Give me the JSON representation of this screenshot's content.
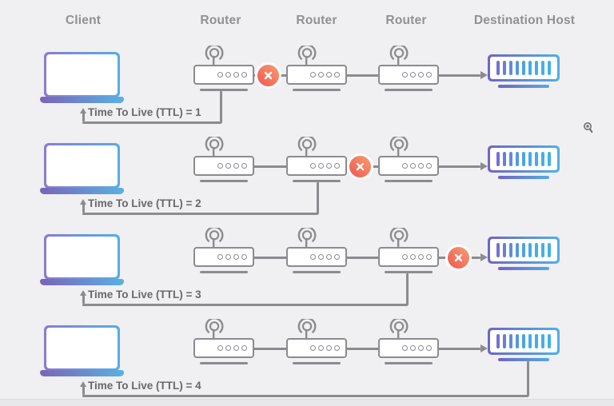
{
  "diagram": {
    "type": "traceroute-ttl-explainer",
    "columns": [
      "Client",
      "Router",
      "Router",
      "Router",
      "Destination Host"
    ],
    "rows": [
      {
        "ttl": 1,
        "ttl_label": "Time To Live (TTL) = 1",
        "dropped_at": "router-1"
      },
      {
        "ttl": 2,
        "ttl_label": "Time To Live (TTL) = 2",
        "dropped_at": "router-2"
      },
      {
        "ttl": 3,
        "ttl_label": "Time To Live (TTL) = 3",
        "dropped_at": "router-3"
      },
      {
        "ttl": 4,
        "ttl_label": "Time To Live (TTL) = 4",
        "dropped_at": "none"
      }
    ],
    "icons": [
      "laptop-icon",
      "wifi-antenna-icon",
      "router-icon",
      "server-bars-icon",
      "packet-dropped-x-icon",
      "arrow-right-icon",
      "arrow-up-icon",
      "zoom-cursor-icon"
    ],
    "colors": {
      "background": "#f0eff1",
      "line_gray": "#8b8b90",
      "header_text": "#909095",
      "ttl_text": "#68686c",
      "error_badge_light": "#f99d72",
      "error_badge_dark": "#f0564f",
      "gradient_purple": "#6e66c4",
      "gradient_blue": "#4fb0e8"
    }
  }
}
